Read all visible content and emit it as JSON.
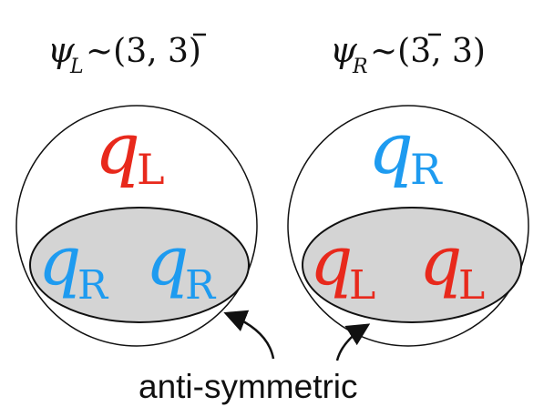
{
  "headers": {
    "left": {
      "psi": "ψ",
      "sub": "L",
      "rest": "~(3, 3)"
    },
    "right": {
      "psi": "ψ",
      "sub": "R",
      "rest": "~(3, 3)"
    }
  },
  "left_particle": {
    "top": {
      "q": "q",
      "sub": "L"
    },
    "inner": [
      {
        "q": "q",
        "sub": "R"
      },
      {
        "q": "q",
        "sub": "R"
      }
    ]
  },
  "right_particle": {
    "top": {
      "q": "q",
      "sub": "R"
    },
    "inner": [
      {
        "q": "q",
        "sub": "L"
      },
      {
        "q": "q",
        "sub": "L"
      }
    ]
  },
  "annotation": {
    "label": "anti-symmetric"
  },
  "colors": {
    "left_chirality": "#e8291c",
    "right_chirality": "#1e9bf0",
    "ellipse_fill": "#d4d4d4",
    "outline": "#111111"
  }
}
